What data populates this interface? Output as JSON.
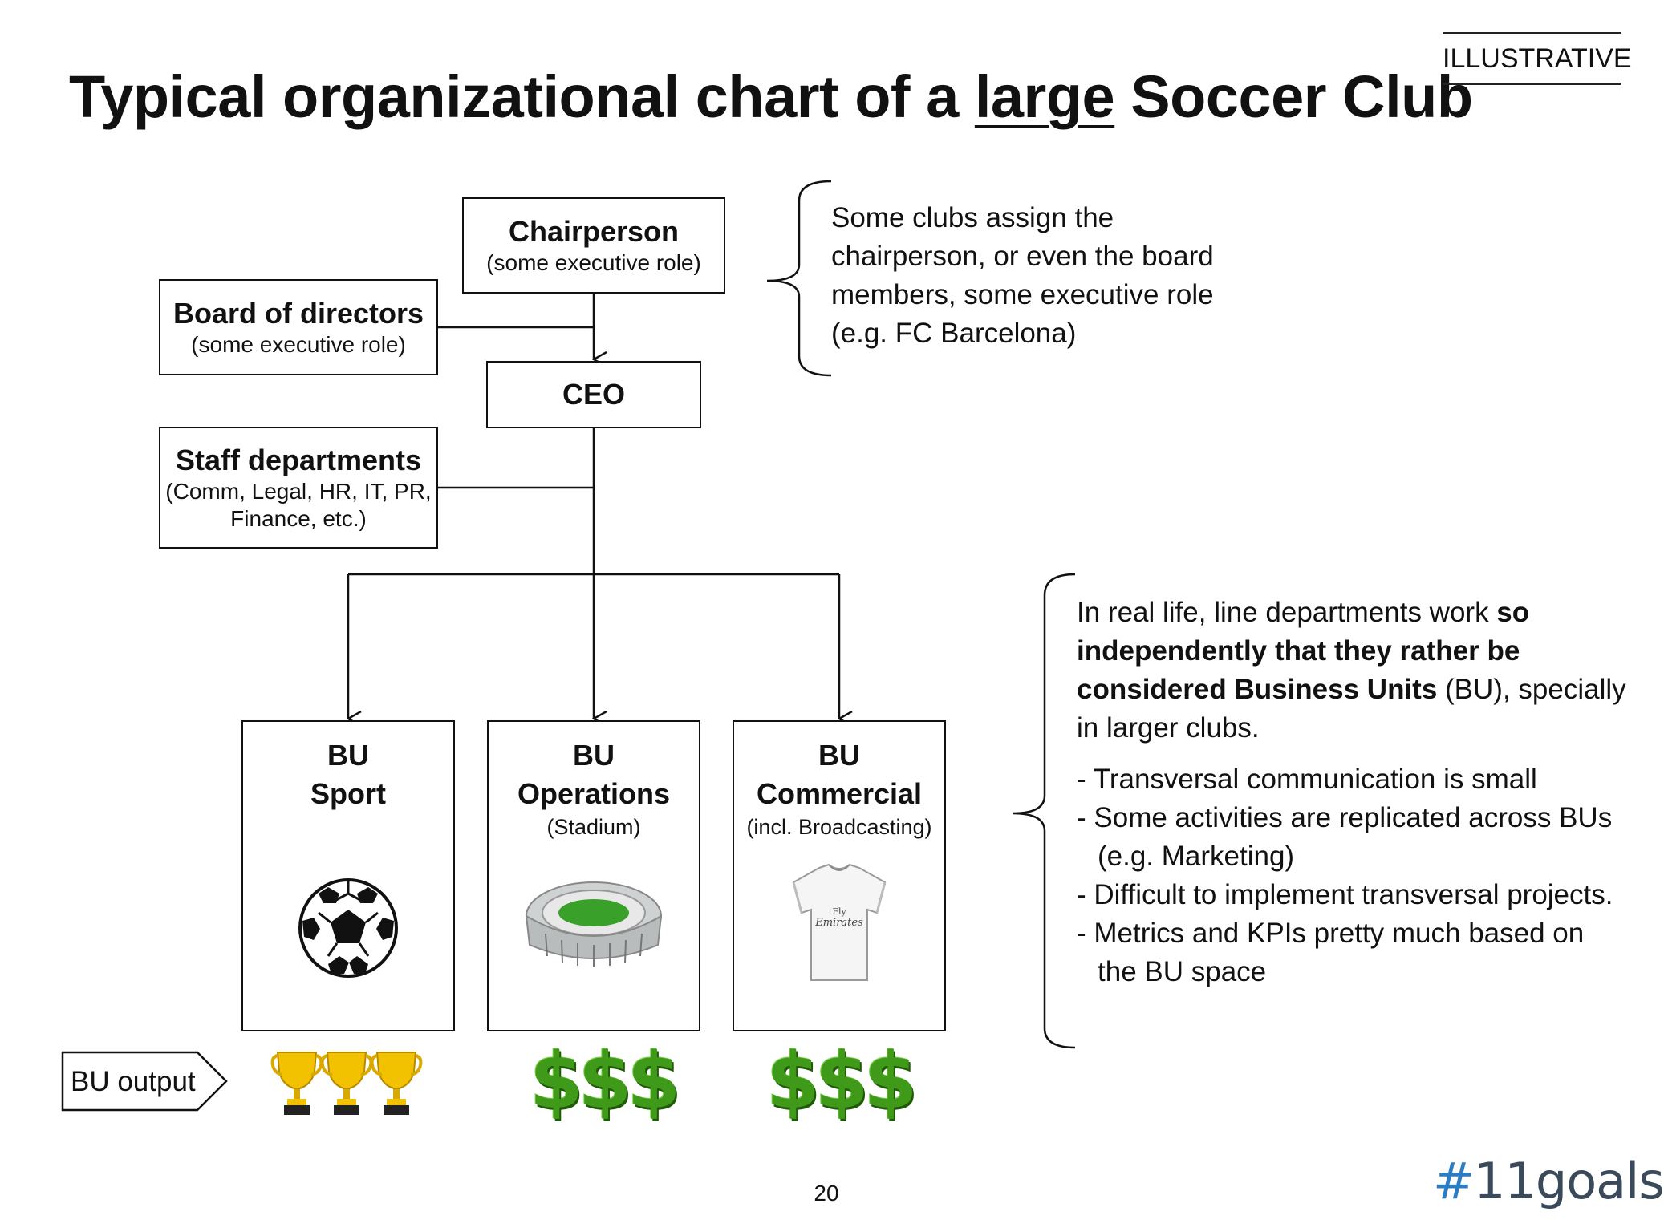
{
  "title": {
    "before": "Typical organizational chart of a ",
    "underlined": "large",
    "after": " Soccer Club"
  },
  "tag": "ILLUSTRATIVE",
  "boxes": {
    "chair": {
      "name": "Chairperson",
      "sub": "(some executive role)"
    },
    "board": {
      "name": "Board of directors",
      "sub": "(some executive role)"
    },
    "ceo": {
      "name": "CEO"
    },
    "staff": {
      "name": "Staff departments",
      "sub1": "(Comm, Legal, HR, IT, PR,",
      "sub2": "Finance, etc.)"
    },
    "bu_sport": {
      "l1": "BU",
      "l2": "Sport",
      "sub": ""
    },
    "bu_ops": {
      "l1": "BU",
      "l2": "Operations",
      "sub": "(Stadium)"
    },
    "bu_com": {
      "l1": "BU",
      "l2": "Commercial",
      "sub": "(incl. Broadcasting)"
    }
  },
  "note1": "Some clubs assign the chairperson, or even the board members, some executive role (e.g. FC Barcelona)",
  "note2": {
    "pre": "In real life, line departments work ",
    "bold": "so independently that they rather be considered Business Units",
    "post": " (BU), specially in larger clubs.",
    "bullets": [
      "- Transversal communication is small",
      "- Some activities are replicated across BUs (e.g. Marketing)",
      "- Difficult to implement transversal projects.",
      "- Metrics and KPIs pretty much based on the BU space"
    ]
  },
  "bu_output_label": "BU output",
  "outputs": {
    "ops": "$$$",
    "com": "$$$"
  },
  "shirt_text": {
    "l1": "Fly",
    "l2": "Emirates"
  },
  "page_number": "20",
  "logo": {
    "hash": "#",
    "text": "11goals"
  },
  "colors": {
    "dollar": "#3f9a1a",
    "trophy": "#f2c200",
    "logo_hash": "#2b7cc3"
  }
}
